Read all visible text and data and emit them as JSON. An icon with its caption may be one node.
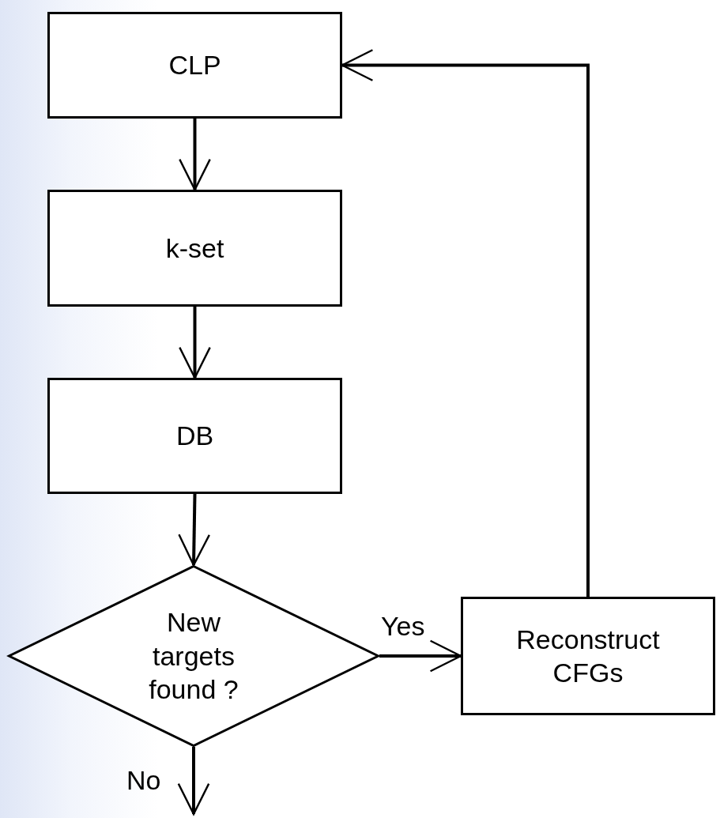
{
  "diagram": {
    "nodes": [
      {
        "text": [
          "CLP"
        ]
      },
      {
        "text": [
          "k-set"
        ]
      },
      {
        "text": [
          "DB"
        ]
      },
      {
        "text": [
          "New targets found ?"
        ]
      },
      {
        "text": [
          "Reconstruct CFGs"
        ]
      }
    ],
    "edges": [
      {
        "from": 0,
        "to": 1,
        "arrow": "to"
      },
      {
        "from": 1,
        "to": 2,
        "arrow": "to"
      },
      {
        "from": 2,
        "to": 3,
        "arrow": "to"
      },
      {
        "from": 3,
        "to": 4,
        "arrow": "to",
        "label": "Yes"
      },
      {
        "from": 4,
        "to": 0,
        "arrow": "to"
      },
      {
        "from": 3,
        "to": null,
        "arrow": "to",
        "label": "No"
      }
    ]
  }
}
